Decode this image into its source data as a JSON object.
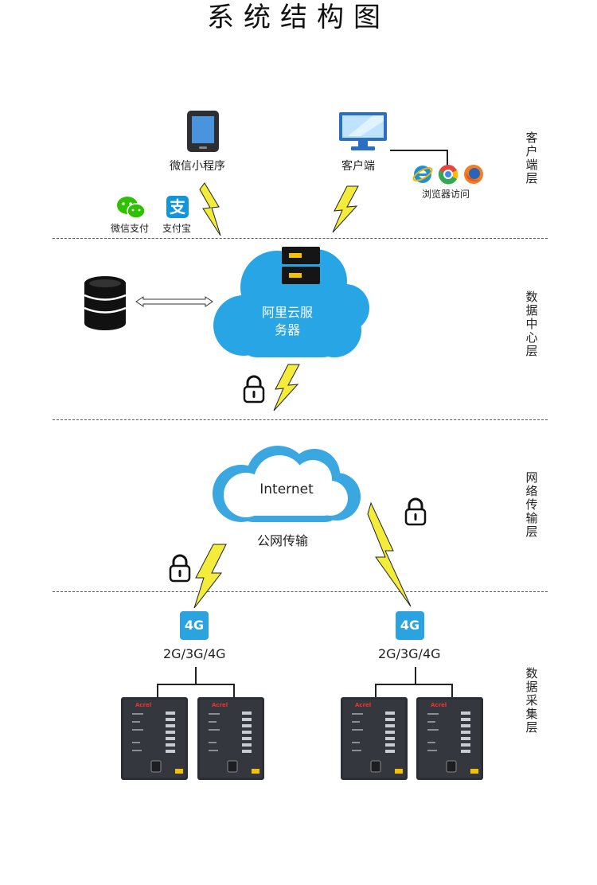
{
  "title": "系统结构图",
  "layers": {
    "client": "客户端层",
    "datacenter": "数据中心层",
    "network": "网络传输层",
    "collection": "数据采集层"
  },
  "client_layer": {
    "mini_program_label": "微信小程序",
    "client_label": "客户端",
    "browser_label": "浏览器访问",
    "wechat_pay_label": "微信支付",
    "alipay_label": "支付宝",
    "alipay_glyph": "支"
  },
  "datacenter_layer": {
    "cloud_server_label_line1": "阿里云服",
    "cloud_server_label_line2": "务器"
  },
  "network_layer": {
    "internet_label": "Internet",
    "public_network_label": "公网传输"
  },
  "collection_layer": {
    "left_4g_badge": "4G",
    "right_4g_badge": "4G",
    "left_network_label": "2G/3G/4G",
    "right_network_label": "2G/3G/4G",
    "device_brand": "Acrel"
  },
  "colors": {
    "cloud_blue": "#27a5e4",
    "internet_cloud_blue": "#3aa7e0",
    "lightning_yellow": "#f3ec3a",
    "badge_blue": "#2aa3e0",
    "device_dark": "#2b2e33"
  }
}
